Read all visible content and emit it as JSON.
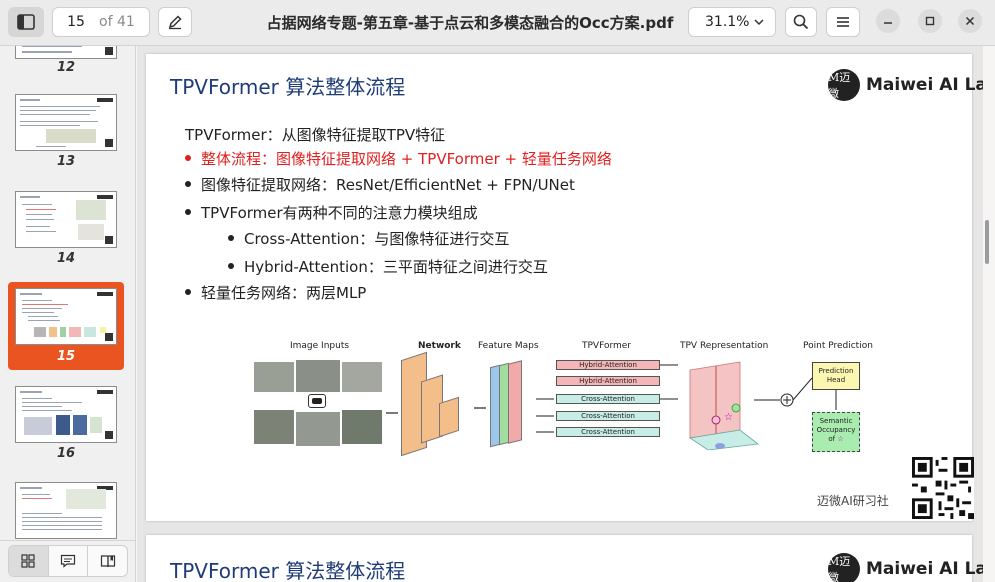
{
  "header": {
    "page_current": "15",
    "page_total": "of 41",
    "doc_title": "占据网络专题-第五章-基于点云和多模态融合的Occ方案.pdf",
    "zoom": "31.1%"
  },
  "icons": {
    "sidebar_toggle": "sidebar-icon",
    "annotate": "pencil-icon",
    "zoom_chevron": "chevron-down-icon",
    "search": "search-icon",
    "menu": "hamburger-menu-icon",
    "minimize": "minimize-icon",
    "maximize": "maximize-icon",
    "close": "close-icon",
    "thumbnails": "grid-icon",
    "annotations": "comment-icon",
    "bookmarks": "book-icon"
  },
  "colors": {
    "accent": "#e95420",
    "slide_title": "#1f3c78",
    "highlight_text": "#e02020"
  },
  "sidebar": {
    "thumbnails": [
      {
        "label": "12"
      },
      {
        "label": "13"
      },
      {
        "label": "14"
      },
      {
        "label": "15",
        "selected": true
      },
      {
        "label": "16"
      },
      {
        "label": ""
      }
    ]
  },
  "slide": {
    "title": "TPVFormer 算法整体流程",
    "logo_mark": "M迈微",
    "logo_text": "Maiwei AI Lab",
    "lines": [
      {
        "text": "TPVFormer：从图像特征提取TPV特征",
        "bullet": false,
        "red": false
      },
      {
        "text": "整体流程：图像特征提取网络  + TPVFormer + 轻量任务网络",
        "bullet": true,
        "red": true
      },
      {
        "text": "图像特征提取网络：ResNet/EfficientNet + FPN/UNet",
        "bullet": true,
        "red": false
      },
      {
        "text": "TPVFormer有两种不同的注意力模块组成",
        "bullet": true,
        "red": false
      },
      {
        "text": "Cross-Attention：与图像特征进行交互",
        "bullet": true,
        "red": false,
        "indent": true
      },
      {
        "text": "Hybrid-Attention：三平面特征之间进行交互",
        "bullet": true,
        "red": false,
        "indent": true
      },
      {
        "text": "轻量任务网络：两层MLP",
        "bullet": true,
        "red": false
      }
    ],
    "diagram": {
      "image_inputs": "Image Inputs",
      "network": "Network",
      "feature_maps": "Feature Maps",
      "tpvformer": "TPVFormer",
      "tpv_representation": "TPV Representation",
      "point_prediction": "Point Prediction",
      "attention_blocks": [
        "Hybrid-Attention",
        "Hybrid-Attention",
        "Cross-Attention",
        "Cross-Attention",
        "Cross-Attention"
      ],
      "prediction_head": [
        "Prediction",
        "Head"
      ],
      "semantic_occupancy": [
        "Semantic",
        "Occupancy",
        "of"
      ]
    },
    "watermark": "迈微AI研习社"
  },
  "next_slide": {
    "title": "TPVFormer 算法整体流程",
    "logo_mark": "M迈微",
    "logo_text": "Maiwei AI Lab"
  }
}
